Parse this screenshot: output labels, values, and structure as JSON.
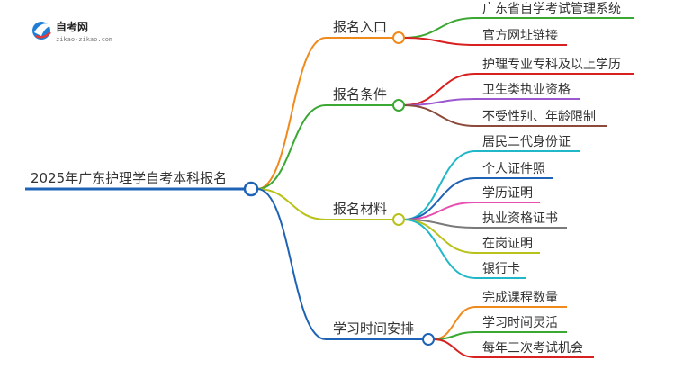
{
  "logo": {
    "title": "自考网",
    "subtitle": "zikao-zikao.com"
  },
  "root": {
    "label": "2025年广东护理学自考本科报名",
    "color": "#1e63b5"
  },
  "branches": [
    {
      "label": "报名入口",
      "color": "#f08a1c",
      "leaves": [
        {
          "label": "广东省自学考试管理系统",
          "color": "#3aa832"
        },
        {
          "label": "官方网址链接",
          "color": "#d92020"
        }
      ]
    },
    {
      "label": "报名条件",
      "color": "#3aa832",
      "leaves": [
        {
          "label": "护理专业专科及以上学历",
          "color": "#d92020"
        },
        {
          "label": "卫生类执业资格",
          "color": "#9b59d0"
        },
        {
          "label": "不受性别、年龄限制",
          "color": "#8b4a3a"
        }
      ]
    },
    {
      "label": "报名材料",
      "color": "#b8c21a",
      "leaves": [
        {
          "label": "居民二代身份证",
          "color": "#20b8c8"
        },
        {
          "label": "个人证件照",
          "color": "#1e63b5"
        },
        {
          "label": "学历证明",
          "color": "#e64fb0"
        },
        {
          "label": "执业资格证书",
          "color": "#7a7a7a"
        },
        {
          "label": "在岗证明",
          "color": "#b8c21a"
        },
        {
          "label": "银行卡",
          "color": "#20b8c8"
        }
      ]
    },
    {
      "label": "学习时间安排",
      "color": "#1e63b5",
      "leaves": [
        {
          "label": "完成课程数量",
          "color": "#f08a1c"
        },
        {
          "label": "学习时间灵活",
          "color": "#3aa832"
        },
        {
          "label": "每年三次考试机会",
          "color": "#d92020"
        }
      ]
    }
  ]
}
